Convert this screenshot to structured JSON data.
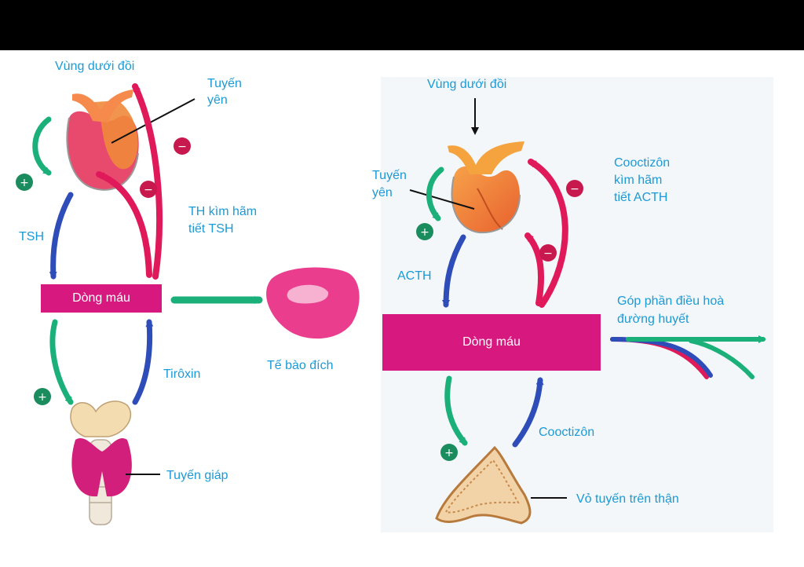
{
  "colors": {
    "background_top": "#000000",
    "canvas": "#ffffff",
    "right_panel": "#f4f7f9",
    "label_text": "#1a9ad6",
    "stimulate_green": "#1bb07a",
    "inhibit_red": "#e0195a",
    "blood_box": "#d6187f",
    "tsh_blue": "#2f4db8",
    "pituitary_orange": "#f0883a",
    "pituitary_pink": "#e84a6e",
    "thyroid_pink": "#d31f7c",
    "target_cell": "#ea3d8e",
    "adrenal_tan": "#d79a5a"
  },
  "symbols": {
    "plus": "+",
    "minus": "−"
  },
  "left": {
    "hypothalamus": "Vùng dưới đồi",
    "pituitary_line1": "Tuyến",
    "pituitary_line2": "yên",
    "tsh": "TSH",
    "th_line1": "TH kìm hãm",
    "th_line2": "tiết TSH",
    "blood": "Dòng máu",
    "thyroxin": "Tirôxin",
    "thyroid": "Tuyến giáp",
    "target_cell": "Tế bào đích"
  },
  "right": {
    "hypothalamus": "Vùng dưới đồi",
    "pituitary_line1": "Tuyến",
    "pituitary_line2": "yên",
    "cortisol_line1": "Cooctizôn",
    "cortisol_line2": "kìm hãm",
    "cortisol_line3": "tiết ACTH",
    "acth": "ACTH",
    "blood": "Dòng máu",
    "glucose_line1": "Góp phần điều hoà",
    "glucose_line2": "đường huyết",
    "cortisol": "Cooctizôn",
    "adrenal_cortex": "Vỏ tuyến trên thận"
  }
}
